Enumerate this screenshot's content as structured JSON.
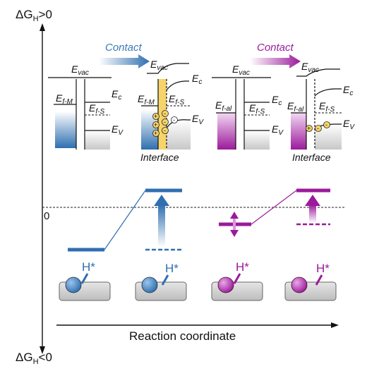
{
  "axis": {
    "y_top": "ΔG",
    "y_top_sub": "H",
    "y_top_tail": ">0",
    "y_bottom": "ΔG",
    "y_bottom_sub": "H",
    "y_bottom_tail": "<0",
    "x_label": "Reaction coordinate",
    "zero_label": "0"
  },
  "arrows": {
    "contact_left": "Contact",
    "contact_right": "Contact"
  },
  "bands": {
    "E": "E",
    "vac": "vac",
    "c": "c",
    "v": "V",
    "f_m": "f-M",
    "f_s": "f-S",
    "f_al": "f-al",
    "interface": "Interface"
  },
  "charges": {
    "plus": "+",
    "minus": "-"
  },
  "adsorbates": [
    "H*",
    "H*",
    "H*",
    "H*"
  ],
  "colors": {
    "blue": "#2f6fb0",
    "light_blue": "#b9d3ea",
    "purple": "#9b1a9b",
    "light_purple": "#d79bd7",
    "interface_yellow": "#f6d46a",
    "gray_block": "#d4d4d4"
  }
}
